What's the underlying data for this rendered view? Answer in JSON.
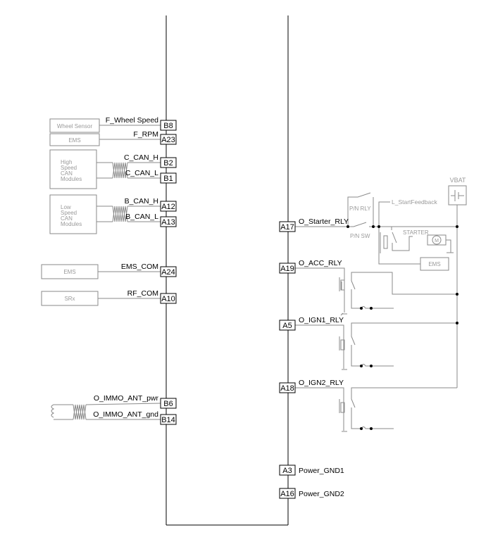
{
  "left_pins": [
    {
      "pin": "B8",
      "signal": "F_Wheel Speed"
    },
    {
      "pin": "A23",
      "signal": "F_RPM"
    },
    {
      "pin": "B2",
      "signal": "C_CAN_H"
    },
    {
      "pin": "B1",
      "signal": "C_CAN_L"
    },
    {
      "pin": "A12",
      "signal": "B_CAN_H"
    },
    {
      "pin": "A13",
      "signal": "B_CAN_L"
    },
    {
      "pin": "A24",
      "signal": "EMS_COM"
    },
    {
      "pin": "A10",
      "signal": "RF_COM"
    },
    {
      "pin": "B6",
      "signal": "O_IMMO_ANT_pwr"
    },
    {
      "pin": "B14",
      "signal": "O_IMMO_ANT_gnd"
    }
  ],
  "right_pins": [
    {
      "pin": "A17",
      "signal": "O_Starter_RLY"
    },
    {
      "pin": "A19",
      "signal": "O_ACC_RLY"
    },
    {
      "pin": "A5",
      "signal": "O_IGN1_RLY"
    },
    {
      "pin": "A18",
      "signal": "O_IGN2_RLY"
    },
    {
      "pin": "A3",
      "signal": "Power_GND1"
    },
    {
      "pin": "A16",
      "signal": "Power_GND2"
    }
  ],
  "modules": {
    "wheel_sensor": "Wheel Sensor",
    "ems1": "EMS",
    "hs_can": [
      "High",
      "Speed",
      "CAN",
      "Modules"
    ],
    "ls_can": [
      "Low",
      "Speed",
      "CAN",
      "Modules"
    ],
    "ems2": "EMS",
    "srx": "SRx",
    "ems3": "EMS"
  },
  "starter_circuit": {
    "vbat": "VBAT",
    "pn_rly": "P/N RLY",
    "pn_sw": "P/N SW",
    "feedback": "L_StartFeedback",
    "starter": "STARTER",
    "motor": "M"
  }
}
